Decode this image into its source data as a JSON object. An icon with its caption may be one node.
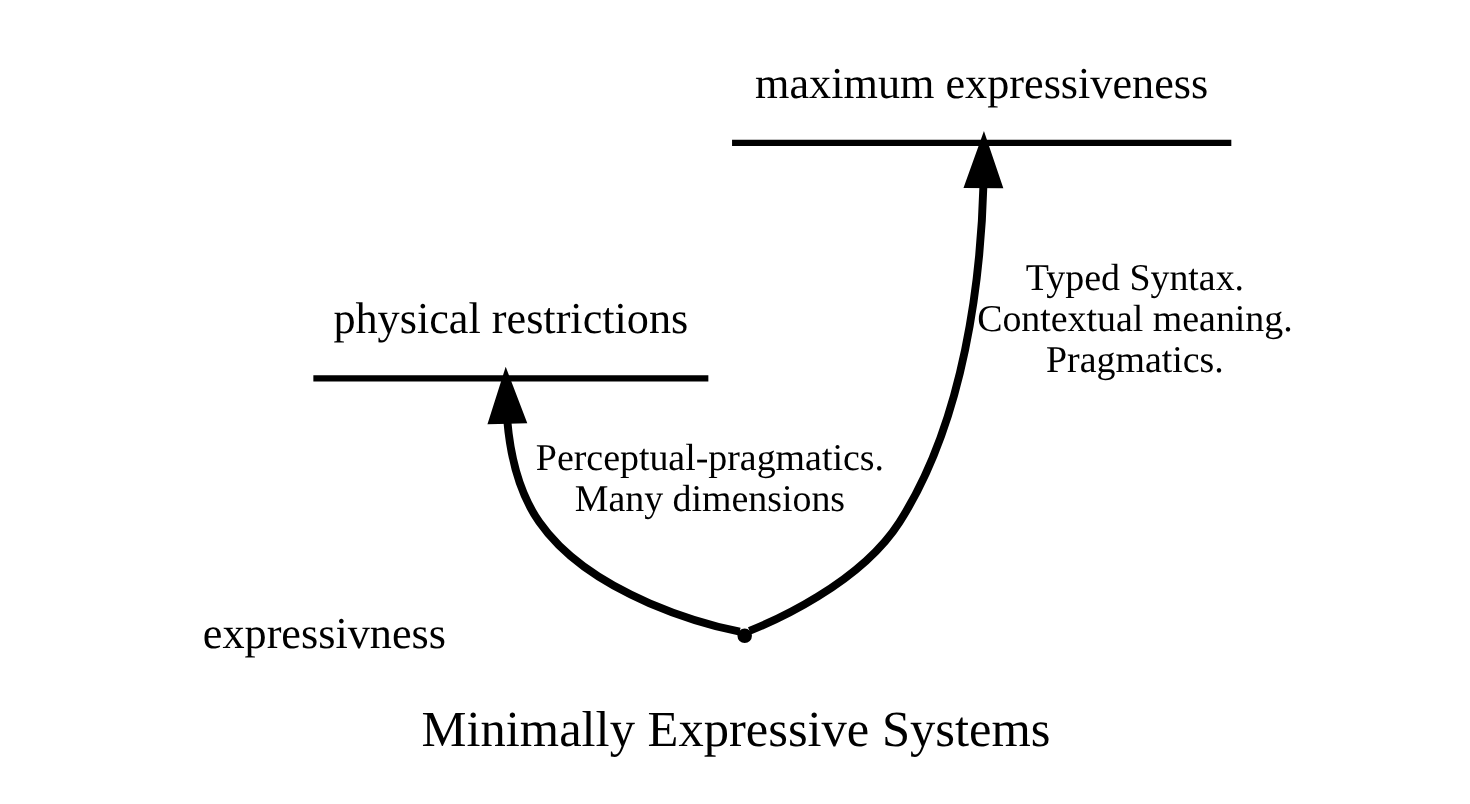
{
  "diagram": {
    "caption": "Minimally Expressive Systems",
    "nodes": [
      {
        "text": [],
        "shape": "point"
      },
      {
        "text": [
          "physical restrictions"
        ]
      },
      {
        "text": [
          "maximum expressiveness"
        ]
      }
    ],
    "edges": [
      {
        "from": 0,
        "to": 1,
        "arrow": "to",
        "label": "Perceptual-pragmatics. Many dimensions"
      },
      {
        "from": 0,
        "to": 2,
        "arrow": "to",
        "label": "Typed Syntax. Contextual meaning. Pragmatics."
      }
    ],
    "labels": [
      "expressivness"
    ]
  }
}
